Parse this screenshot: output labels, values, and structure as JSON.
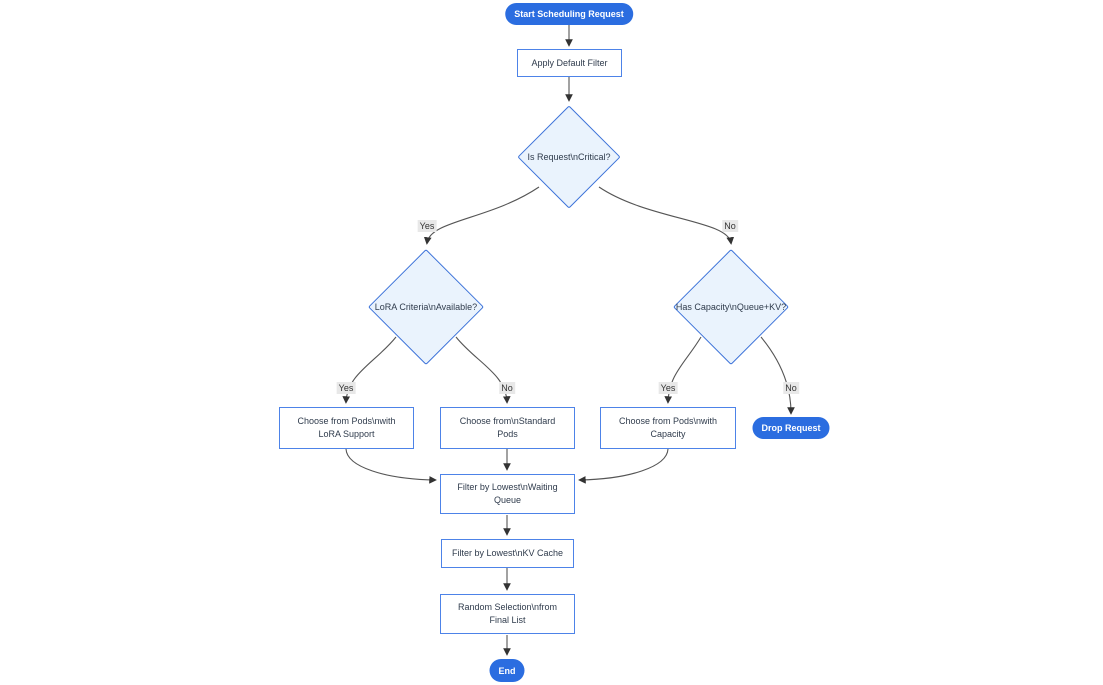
{
  "diagram": {
    "type": "flowchart",
    "direction": "top-down",
    "colors": {
      "page_bg": "#ffffff",
      "pill_fill": "#2b6de0",
      "pill_text": "#ffffff",
      "box_fill": "#ffffff",
      "box_border": "#4d83e8",
      "box_text": "#2f3b4c",
      "diamond_fill": "#eaf3fd",
      "diamond_border": "#3c72d9",
      "edge_stroke": "#555555",
      "arrowhead": "#333333",
      "label_bg": "#e8e8e8",
      "label_text": "#333333"
    },
    "nodes": {
      "start": {
        "shape": "pill",
        "label": "Start Scheduling Request"
      },
      "apply_filter": {
        "shape": "rect",
        "lines": [
          "Apply Default Filter"
        ]
      },
      "is_critical": {
        "shape": "diamond",
        "label": "Is Request\\nCritical?"
      },
      "lora_criteria": {
        "shape": "diamond",
        "label": "LoRA Criteria\\nAvailable?"
      },
      "has_capacity": {
        "shape": "diamond",
        "label": "Has Capacity\\nQueue+KV?"
      },
      "choose_lora": {
        "shape": "rect",
        "lines": [
          "Choose from Pods\\nwith",
          "LoRA Support"
        ]
      },
      "choose_standard": {
        "shape": "rect",
        "lines": [
          "Choose from\\nStandard",
          "Pods"
        ]
      },
      "choose_capacity": {
        "shape": "rect",
        "lines": [
          "Choose from Pods\\nwith",
          "Capacity"
        ]
      },
      "drop_request": {
        "shape": "pill",
        "label": "Drop Request"
      },
      "filter_waiting": {
        "shape": "rect",
        "lines": [
          "Filter by Lowest\\nWaiting",
          "Queue"
        ]
      },
      "filter_kv": {
        "shape": "rect",
        "lines": [
          "Filter by Lowest\\nKV Cache"
        ]
      },
      "random_selection": {
        "shape": "rect",
        "lines": [
          "Random Selection\\nfrom",
          "Final List"
        ]
      },
      "end": {
        "shape": "pill",
        "label": "End"
      }
    },
    "edges": [
      {
        "from": "start",
        "to": "apply_filter",
        "label": ""
      },
      {
        "from": "apply_filter",
        "to": "is_critical",
        "label": ""
      },
      {
        "from": "is_critical",
        "to": "lora_criteria",
        "label": "Yes"
      },
      {
        "from": "is_critical",
        "to": "has_capacity",
        "label": "No"
      },
      {
        "from": "lora_criteria",
        "to": "choose_lora",
        "label": "Yes"
      },
      {
        "from": "lora_criteria",
        "to": "choose_standard",
        "label": "No"
      },
      {
        "from": "has_capacity",
        "to": "choose_capacity",
        "label": "Yes"
      },
      {
        "from": "has_capacity",
        "to": "drop_request",
        "label": "No"
      },
      {
        "from": "choose_lora",
        "to": "filter_waiting",
        "label": ""
      },
      {
        "from": "choose_standard",
        "to": "filter_waiting",
        "label": ""
      },
      {
        "from": "choose_capacity",
        "to": "filter_waiting",
        "label": ""
      },
      {
        "from": "filter_waiting",
        "to": "filter_kv",
        "label": ""
      },
      {
        "from": "filter_kv",
        "to": "random_selection",
        "label": ""
      },
      {
        "from": "random_selection",
        "to": "end",
        "label": ""
      }
    ]
  }
}
